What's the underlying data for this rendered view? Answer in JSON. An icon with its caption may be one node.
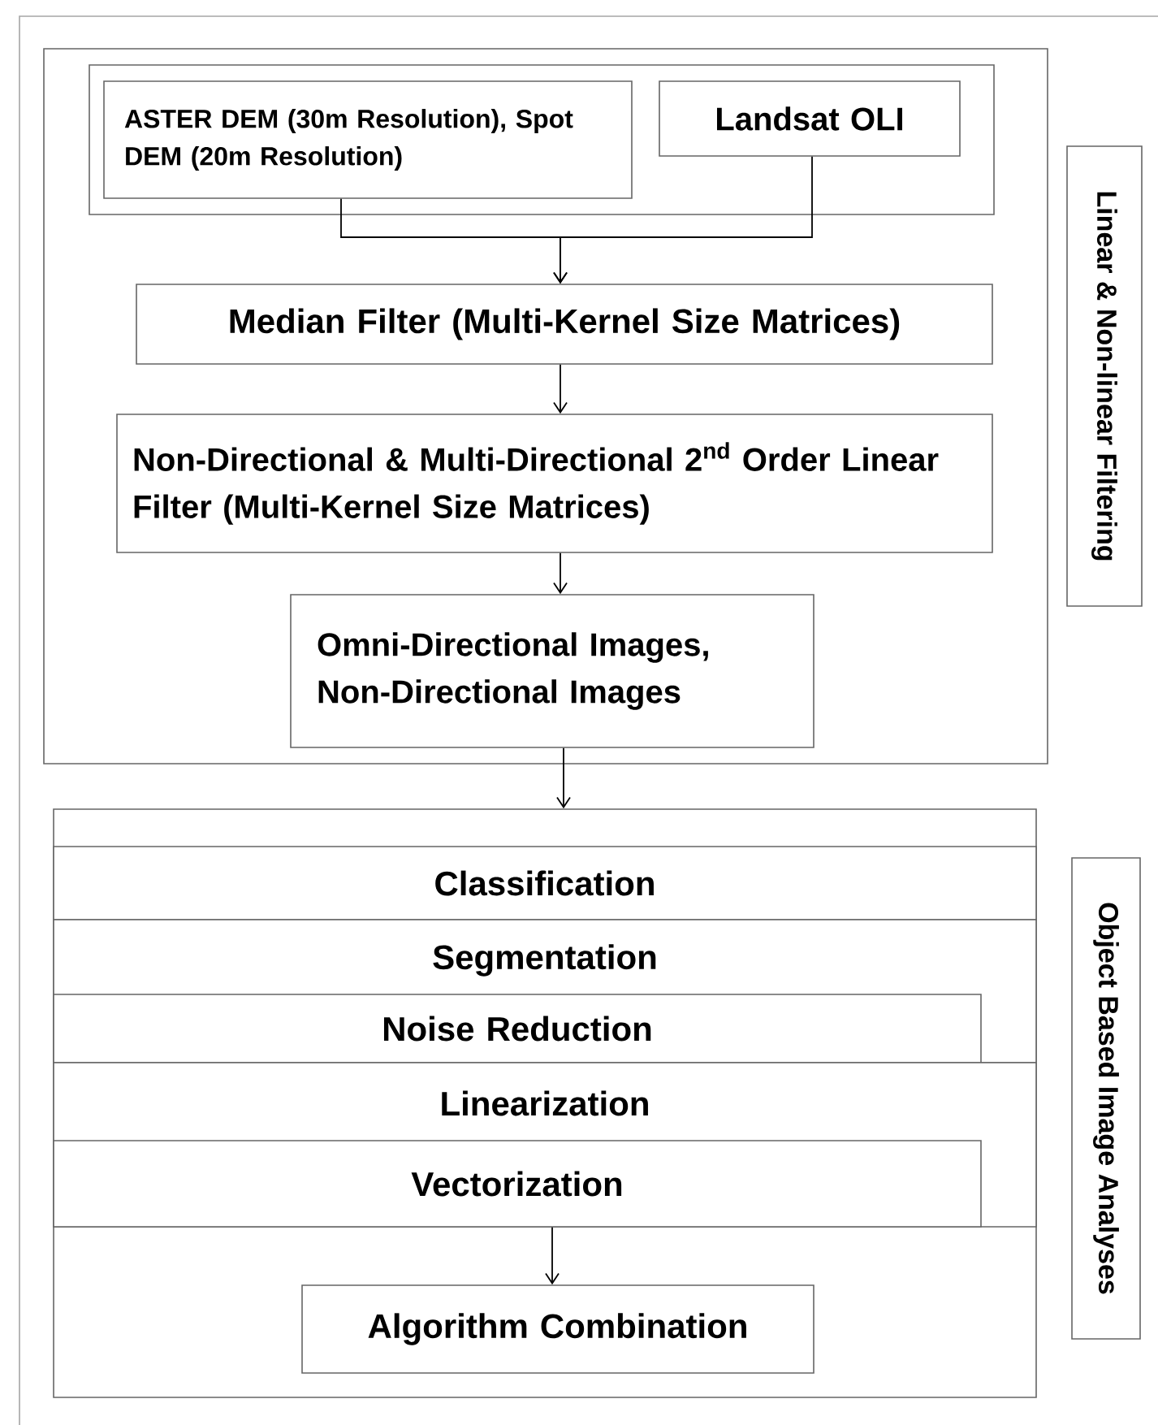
{
  "diagram": {
    "nodes": [
      {
        "text": [],
        "shape": "box"
      },
      {
        "text": [],
        "shape": "box",
        "in": 0
      },
      {
        "text": [
          "ASTER DEM (30m Resolution), Spot DEM (20m Resolution)"
        ],
        "in": 1
      },
      {
        "text": [
          "Landsat OLI"
        ],
        "in": 1
      },
      {
        "text": [
          "Median Filter (Multi-Kernel Size Matrices)"
        ],
        "in": 0
      },
      {
        "text": [
          "Non-Directional & Multi-Directional 2$^{nd}$ Order Linear Filter (Multi-Kernel Size Matrices)"
        ],
        "in": 0
      },
      {
        "text": [
          "Omni-Directional Images, Non-Directional Images"
        ],
        "in": 0
      },
      {
        "text": [
          "Linear & Non-linear Filtering"
        ]
      },
      {
        "text": [],
        "shape": "box"
      },
      {
        "text": [
          "Classification"
        ],
        "in": 8
      },
      {
        "text": [
          "Segmentation"
        ],
        "in": 8
      },
      {
        "text": [
          "Noise Reduction"
        ],
        "in": 10
      },
      {
        "text": [
          "Linearization"
        ],
        "in": 8
      },
      {
        "text": [
          "Vectorization"
        ],
        "in": 12
      },
      {
        "text": [
          "Algorithm Combination"
        ],
        "in": 8
      },
      {
        "text": [
          "Object Based Image Analyses"
        ]
      }
    ],
    "edges": [
      {
        "from": 2,
        "to": 4,
        "arrow": "to"
      },
      {
        "from": 3,
        "to": 4,
        "arrow": "to"
      },
      {
        "from": 4,
        "to": 5,
        "arrow": "to"
      },
      {
        "from": 5,
        "to": 6,
        "arrow": "to"
      },
      {
        "from": 6,
        "to": 8,
        "arrow": "to"
      },
      {
        "from": 13,
        "to": 14,
        "arrow": "to"
      }
    ]
  }
}
